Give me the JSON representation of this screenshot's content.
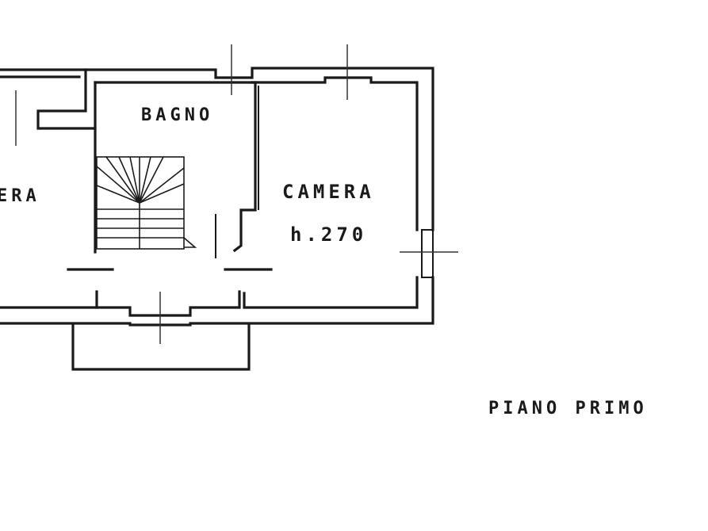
{
  "rooms": {
    "bagno": "BAGNO",
    "camera": "CAMERA",
    "camera_height": "h.270",
    "left_room_partial": "ERA"
  },
  "floor_label": "PIANO PRIMO"
}
